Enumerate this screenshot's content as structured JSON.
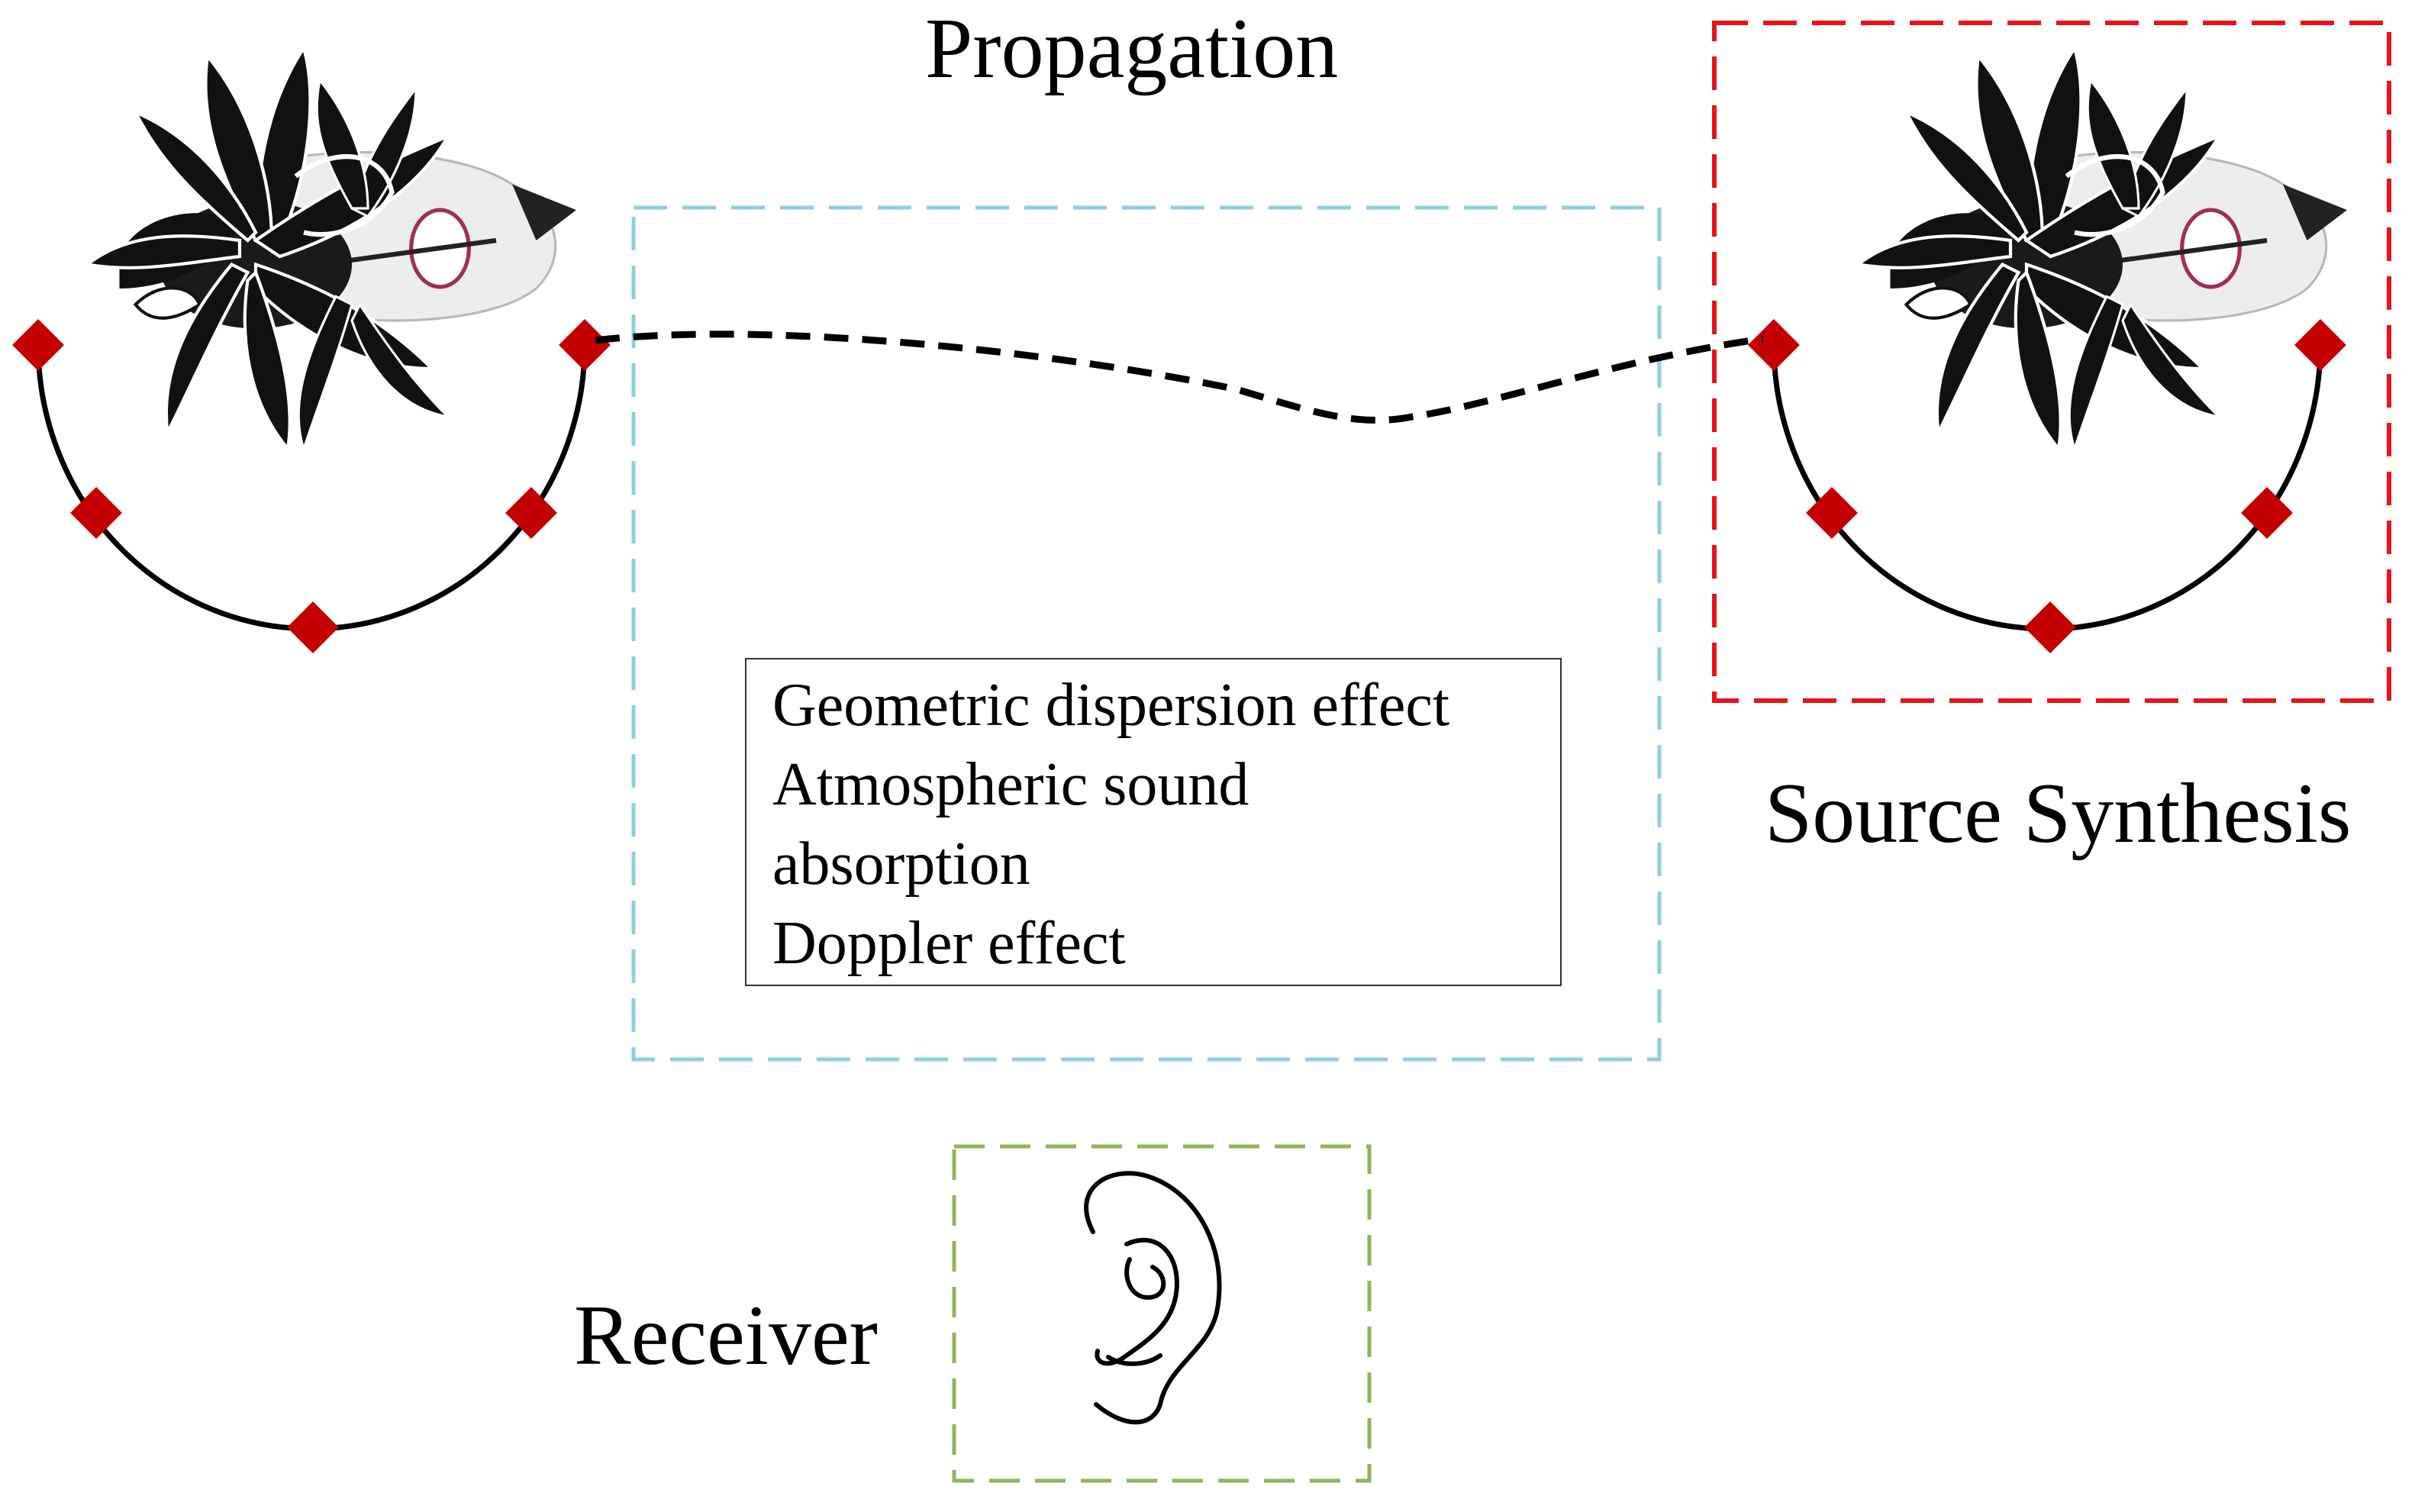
{
  "labels": {
    "propagation": "Propagation",
    "source_synthesis": "Source Synthesis",
    "receiver": "Receiver"
  },
  "effects": [
    "Geometric dispersion effect",
    "Atmospheric sound",
    "absorption",
    "Doppler effect"
  ],
  "colors": {
    "propagation_box": "#8ecfdc",
    "source_box": "#e8141b",
    "receiver_box": "#8fb656",
    "microphone_marker": "#c40000",
    "path_line": "#000000"
  },
  "icons": {
    "engine": "open-rotor-engine-icon",
    "ear": "ear-icon",
    "microphone": "diamond-marker"
  }
}
